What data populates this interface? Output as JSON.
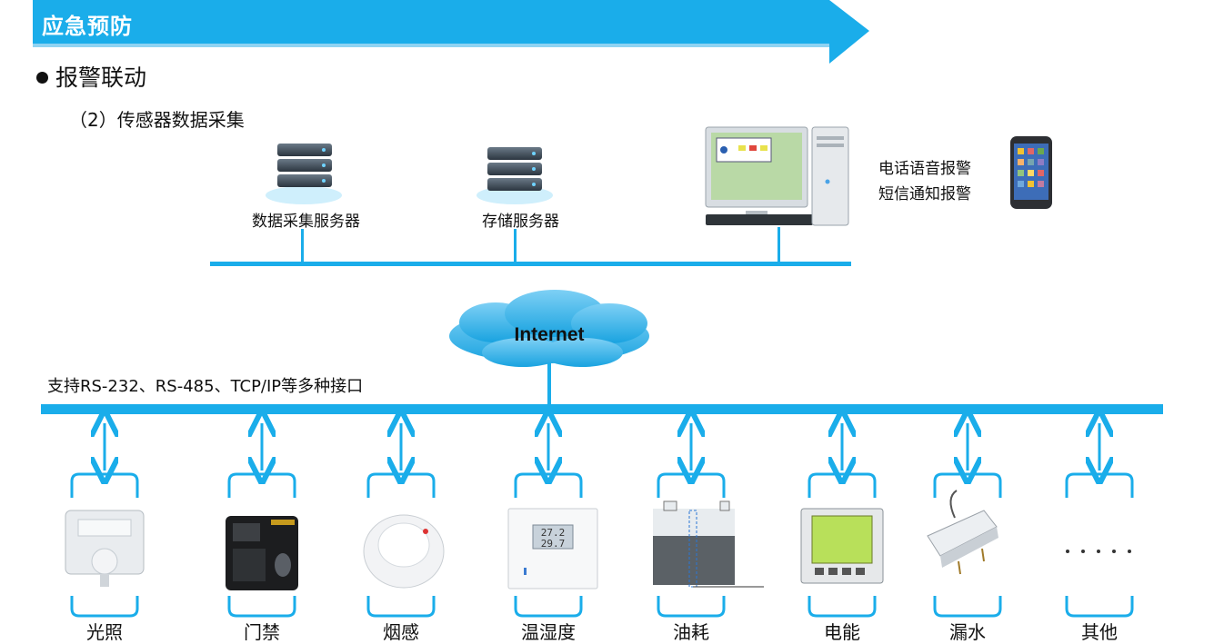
{
  "header": {
    "title": "应急预防"
  },
  "section": {
    "bullet": "报警联动",
    "subtitle": "（2）传感器数据采集"
  },
  "servers": [
    {
      "label": "数据采集服务器"
    },
    {
      "label": "存储服务器"
    }
  ],
  "alarms": {
    "phone": "电话语音报警",
    "sms": "短信通知报警"
  },
  "cloud": {
    "label": "Internet"
  },
  "interface_text": "支持RS-232、RS-485、TCP/IP等多种接口",
  "sensors": [
    {
      "label": "光照",
      "icon": "light-sensor-icon"
    },
    {
      "label": "门禁",
      "icon": "access-control-icon"
    },
    {
      "label": "烟感",
      "icon": "smoke-detector-icon"
    },
    {
      "label": "温湿度",
      "icon": "thermo-hygrometer-icon"
    },
    {
      "label": "油耗",
      "icon": "fuel-tank-icon"
    },
    {
      "label": "电能",
      "icon": "power-meter-icon"
    },
    {
      "label": "漏水",
      "icon": "water-leak-icon"
    },
    {
      "label": "其他",
      "icon": "other-dots-icon"
    }
  ],
  "colors": {
    "accent": "#1AADEA",
    "line": "#1AADEA"
  }
}
